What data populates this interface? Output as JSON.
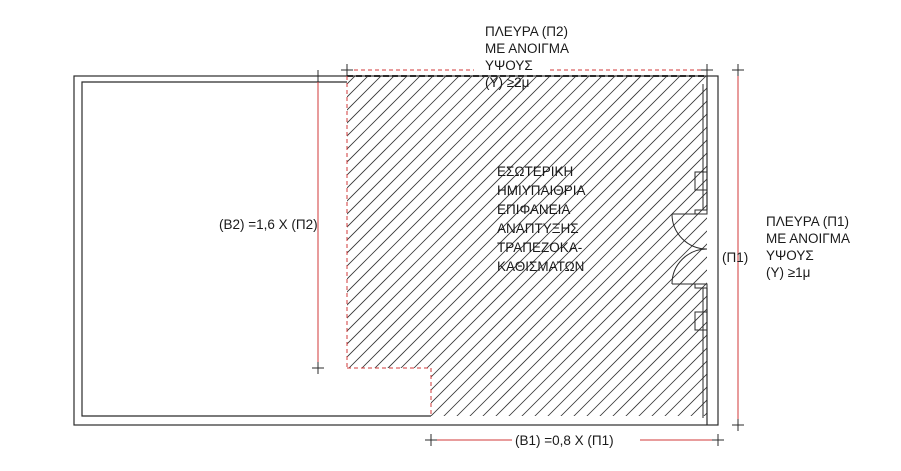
{
  "diagram": {
    "labels": {
      "side_p2": [
        "ΠΛΕΥΡΑ (Π2)",
        "ΜΕ ΑΝΟΙΓΜΑ",
        "ΥΨΟΥΣ",
        "(Υ) ≥2μ"
      ],
      "side_p1": [
        "ΠΛΕΥΡΑ (Π1)",
        "ΜΕ ΑΝΟΙΓΜΑ",
        "ΥΨΟΥΣ",
        "(Υ) ≥1μ"
      ],
      "area": [
        "ΕΣΩΤΕΡΙΚΗ",
        "ΗΜΙΥΠΑΙΘΡΙΑ",
        "ΕΠΙΦΑΝΕΙΑ",
        "ΑΝΑΠΤΥΞΗΣ",
        "ΤΡΑΠΕΖΟΚΑ-",
        "ΚΑΘΙΣΜΑΤΩΝ"
      ],
      "dim_b2": "(Β2) =1,6 Χ (Π2)",
      "dim_b1": "(Β1) =0,8 Χ (Π1)",
      "dim_p1": "(Π1)"
    },
    "colors": {
      "wall": "#2b2b2b",
      "dimension": "#d23a3a",
      "hatch": "#333333",
      "text": "#1a1a1a"
    }
  }
}
